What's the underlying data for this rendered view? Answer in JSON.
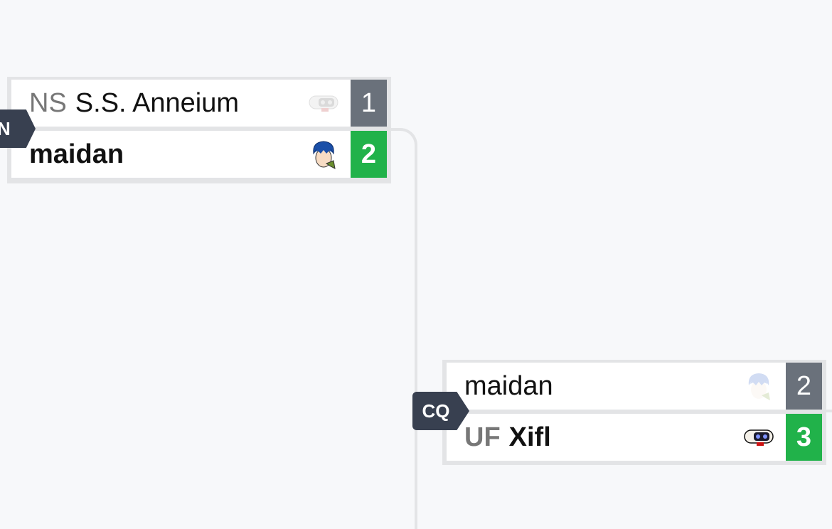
{
  "matches": [
    {
      "tag": "N",
      "players": [
        {
          "prefix": "NS",
          "name": "S.S. Anneium",
          "score": "1",
          "avatar_icon": "robot-icon",
          "result": "loser"
        },
        {
          "prefix": "",
          "name": "maidan",
          "score": "2",
          "avatar_icon": "blue-hair-character-icon",
          "result": "winner"
        }
      ]
    },
    {
      "tag": "CQ",
      "players": [
        {
          "prefix": "",
          "name": "maidan",
          "score": "2",
          "avatar_icon": "blue-hair-character-icon",
          "result": "loser"
        },
        {
          "prefix": "UF",
          "name": "Xifl",
          "score": "3",
          "avatar_icon": "robot-icon",
          "result": "winner"
        }
      ]
    }
  ],
  "colors": {
    "background": "#f7f8fa",
    "winner_score": "#21b24a",
    "loser_score": "#6a717b",
    "tag": "#384050"
  }
}
